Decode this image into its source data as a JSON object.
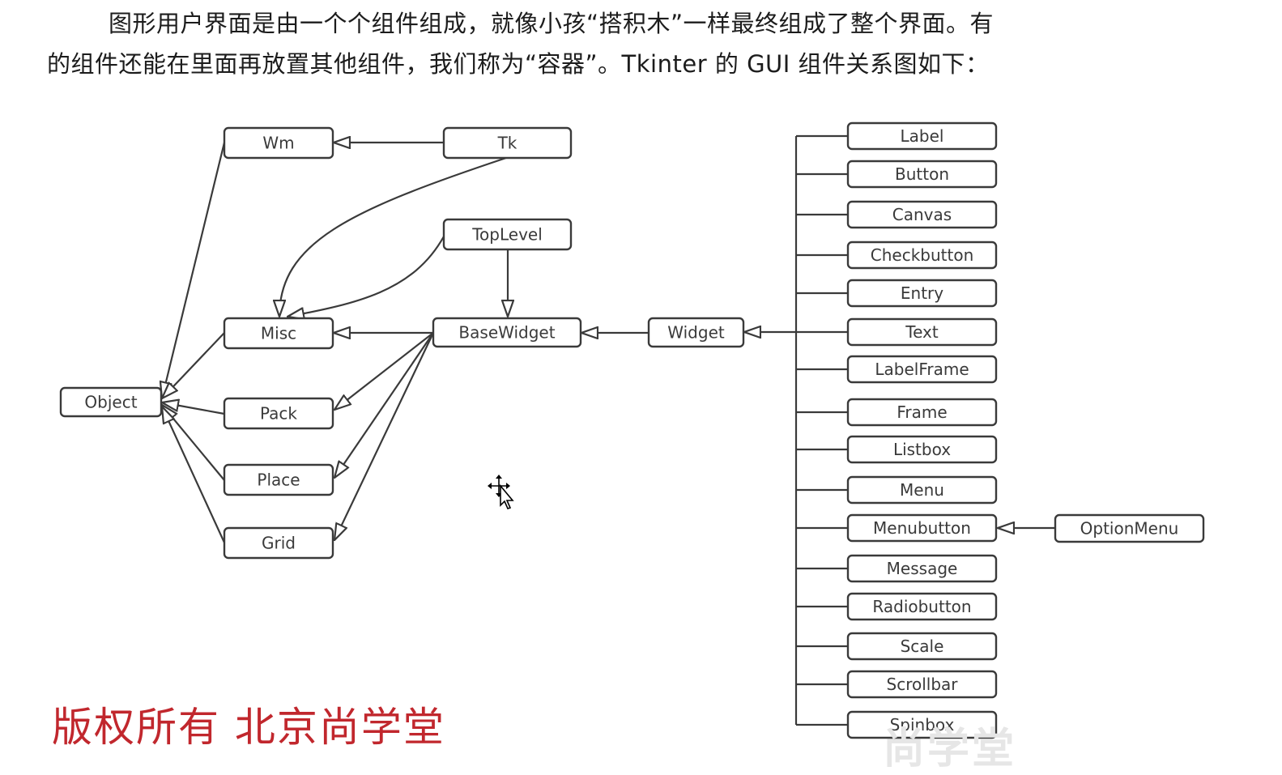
{
  "intro": {
    "line1": "图形用户界面是由一个个组件组成，就像小孩“搭积木”一样最终组成了整个界面。有",
    "line2": "的组件还能在里面再放置其他组件，我们称为“容器”。Tkinter 的 GUI 组件关系图如下："
  },
  "nodes": {
    "object": "Object",
    "wm": "Wm",
    "tk": "Tk",
    "toplevel": "TopLevel",
    "misc": "Misc",
    "basewidget": "BaseWidget",
    "widget": "Widget",
    "pack": "Pack",
    "place": "Place",
    "grid": "Grid",
    "optionmenu": "OptionMenu"
  },
  "widgets": [
    "Label",
    "Button",
    "Canvas",
    "Checkbutton",
    "Entry",
    "Text",
    "LabelFrame",
    "Frame",
    "Listbox",
    "Menu",
    "Menubutton",
    "Message",
    "Radiobutton",
    "Scale",
    "Scrollbar",
    "Spinbox"
  ],
  "copyright": "版权所有 北京尚学堂",
  "colors": {
    "line": "#3a3a3a",
    "text": "#1c1c1c",
    "copyright": "#c1272d"
  },
  "icons": {
    "cursor": "move-cursor-icon"
  }
}
